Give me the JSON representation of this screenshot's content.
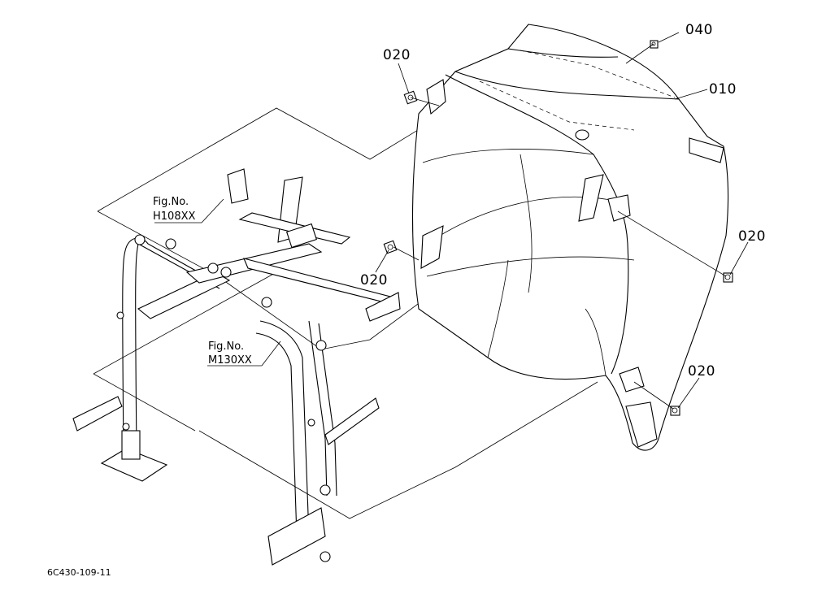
{
  "labels": {
    "c040": "040",
    "c010": "010",
    "c020_top": "020",
    "c020_mid": "020",
    "c020_right": "020",
    "c020_bottom": "020"
  },
  "figrefs": {
    "h108_line1": "Fig.No.",
    "h108_line2": "H108XX",
    "m130_line1": "Fig.No.",
    "m130_line2": "M130XX"
  },
  "drawing_code": "6C430-109-11"
}
